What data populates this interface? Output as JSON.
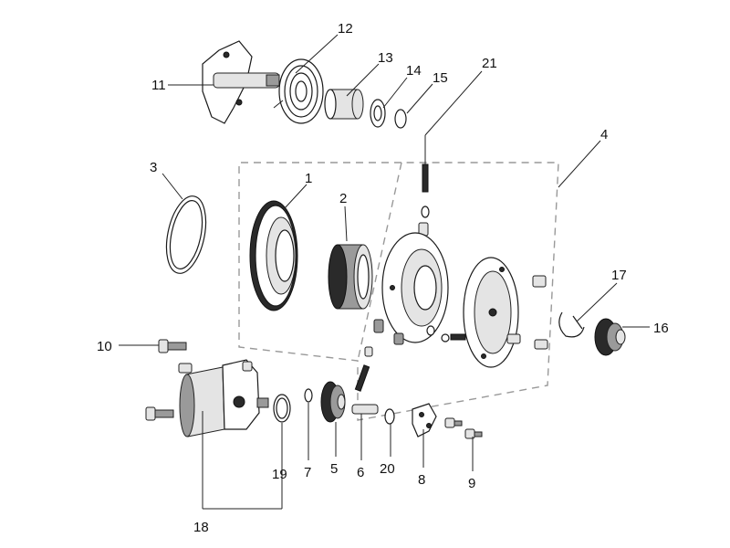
{
  "labels": {
    "l1": "1",
    "l2": "2",
    "l3": "3",
    "l4": "4",
    "l5": "5",
    "l6": "6",
    "l7": "7",
    "l8": "8",
    "l9": "9",
    "l10": "10",
    "l11": "11",
    "l12": "12",
    "l13": "13",
    "l14": "14",
    "l15": "15",
    "l16": "16",
    "l17": "17",
    "l18": "18",
    "l19": "19",
    "l20": "20",
    "l21": "21"
  },
  "colors": {
    "dash_box": "#999999",
    "ink": "#111111"
  }
}
